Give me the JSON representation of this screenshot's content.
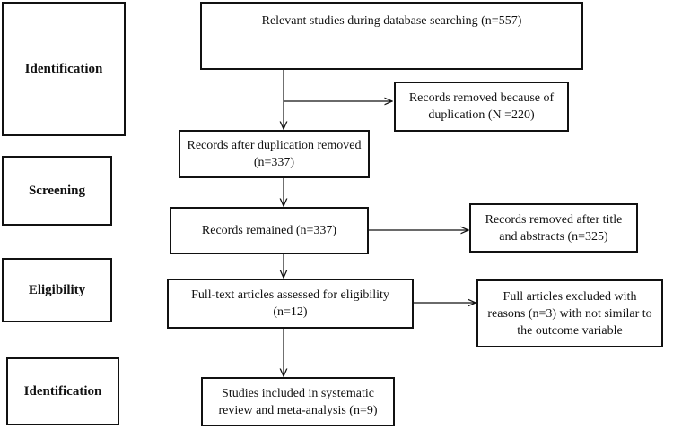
{
  "stages": [
    {
      "id": "identification-1",
      "label": "Identification"
    },
    {
      "id": "screening",
      "label": "Screening"
    },
    {
      "id": "eligibility",
      "label": "Eligibility"
    },
    {
      "id": "identification-2",
      "label": "Identification"
    }
  ],
  "flow": {
    "database_search": "Relevant studies during database searching (n=557)",
    "removed_duplication": "Records removed because of duplication (N =220)",
    "after_duplication": "Records after duplication removed (n=337)",
    "remained": "Records remained (n=337)",
    "removed_title_abstract": "Records removed after title and abstracts (n=325)",
    "full_text_assessed": "Full-text articles assessed for eligibility (n=12)",
    "full_excluded": "Full articles excluded with reasons (n=3) with not similar to the outcome variable",
    "included": "Studies included in systematic review and meta-analysis (n=9)"
  }
}
